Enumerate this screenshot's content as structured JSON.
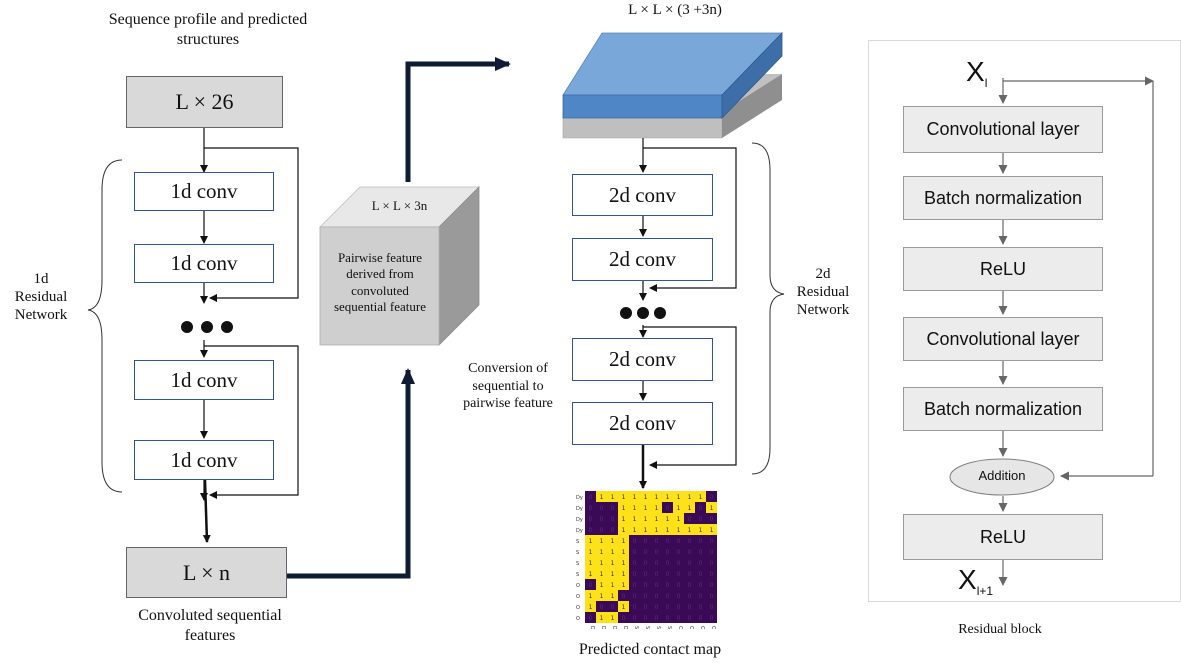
{
  "left": {
    "input_caption": "Sequence profile and predicted structures",
    "input_box": "L × 26",
    "conv_labels": [
      "1d conv",
      "1d conv",
      "1d conv",
      "1d conv"
    ],
    "side_label": "1d Residual Network",
    "output_box": "L × n",
    "output_caption": "Convoluted sequential features"
  },
  "middle": {
    "cube_top": "L × L × 3n",
    "cube_front": "Pairwise feature derived from convoluted sequential feature",
    "conversion_caption": "Conversion of sequential to pairwise feature"
  },
  "center": {
    "slab_label": "L × L × (3 +3n)",
    "conv_labels": [
      "2d conv",
      "2d conv",
      "2d conv",
      "2d conv"
    ],
    "side_label": "2d Residual Network",
    "map_caption": "Predicted contact map"
  },
  "right": {
    "x_in": "X",
    "x_in_sub": "l",
    "layers": [
      "Convolutional layer",
      "Batch normalization",
      "ReLU",
      "Convolutional layer",
      "Batch normalization"
    ],
    "addition": "Addition",
    "final_relu": "ReLU",
    "x_out": "X",
    "x_out_sub": "l+1",
    "caption": "Residual block"
  },
  "colors": {
    "conv_border": "#2f5597",
    "slab_blue": "#5b9bd5",
    "map_yellow": "#ffe11a",
    "map_purple": "#3b0a57"
  },
  "contact_map": {
    "row_labels": [
      "Dy",
      "Dy",
      "Dy",
      "Dy",
      "S",
      "S",
      "S",
      "S",
      "O",
      "O",
      "O",
      "O"
    ],
    "col_labels": [
      "Dy",
      "Dy",
      "Dy",
      "Dy",
      "S",
      "S",
      "S",
      "S",
      "O",
      "O",
      "O",
      "O"
    ],
    "grid": [
      [
        0,
        1,
        1,
        1,
        1,
        1,
        1,
        1,
        1,
        1,
        1,
        0
      ],
      [
        0,
        0,
        0,
        1,
        1,
        1,
        1,
        0,
        1,
        1,
        0,
        1
      ],
      [
        0,
        0,
        0,
        1,
        1,
        1,
        1,
        1,
        1,
        0,
        0,
        0
      ],
      [
        0,
        0,
        0,
        1,
        1,
        1,
        1,
        1,
        1,
        1,
        1,
        1
      ],
      [
        1,
        1,
        1,
        1,
        0,
        0,
        0,
        0,
        0,
        0,
        0,
        0
      ],
      [
        1,
        1,
        1,
        1,
        0,
        0,
        0,
        0,
        0,
        0,
        0,
        0
      ],
      [
        1,
        1,
        1,
        1,
        0,
        0,
        0,
        0,
        0,
        0,
        0,
        0
      ],
      [
        1,
        1,
        1,
        1,
        0,
        0,
        0,
        0,
        0,
        0,
        0,
        0
      ],
      [
        0,
        1,
        1,
        1,
        0,
        0,
        0,
        0,
        0,
        0,
        0,
        0
      ],
      [
        1,
        1,
        1,
        0,
        0,
        0,
        0,
        0,
        0,
        0,
        0,
        0
      ],
      [
        1,
        0,
        0,
        1,
        0,
        0,
        0,
        0,
        0,
        0,
        0,
        0
      ],
      [
        0,
        1,
        1,
        0,
        0,
        0,
        0,
        0,
        0,
        0,
        0,
        0
      ]
    ]
  }
}
